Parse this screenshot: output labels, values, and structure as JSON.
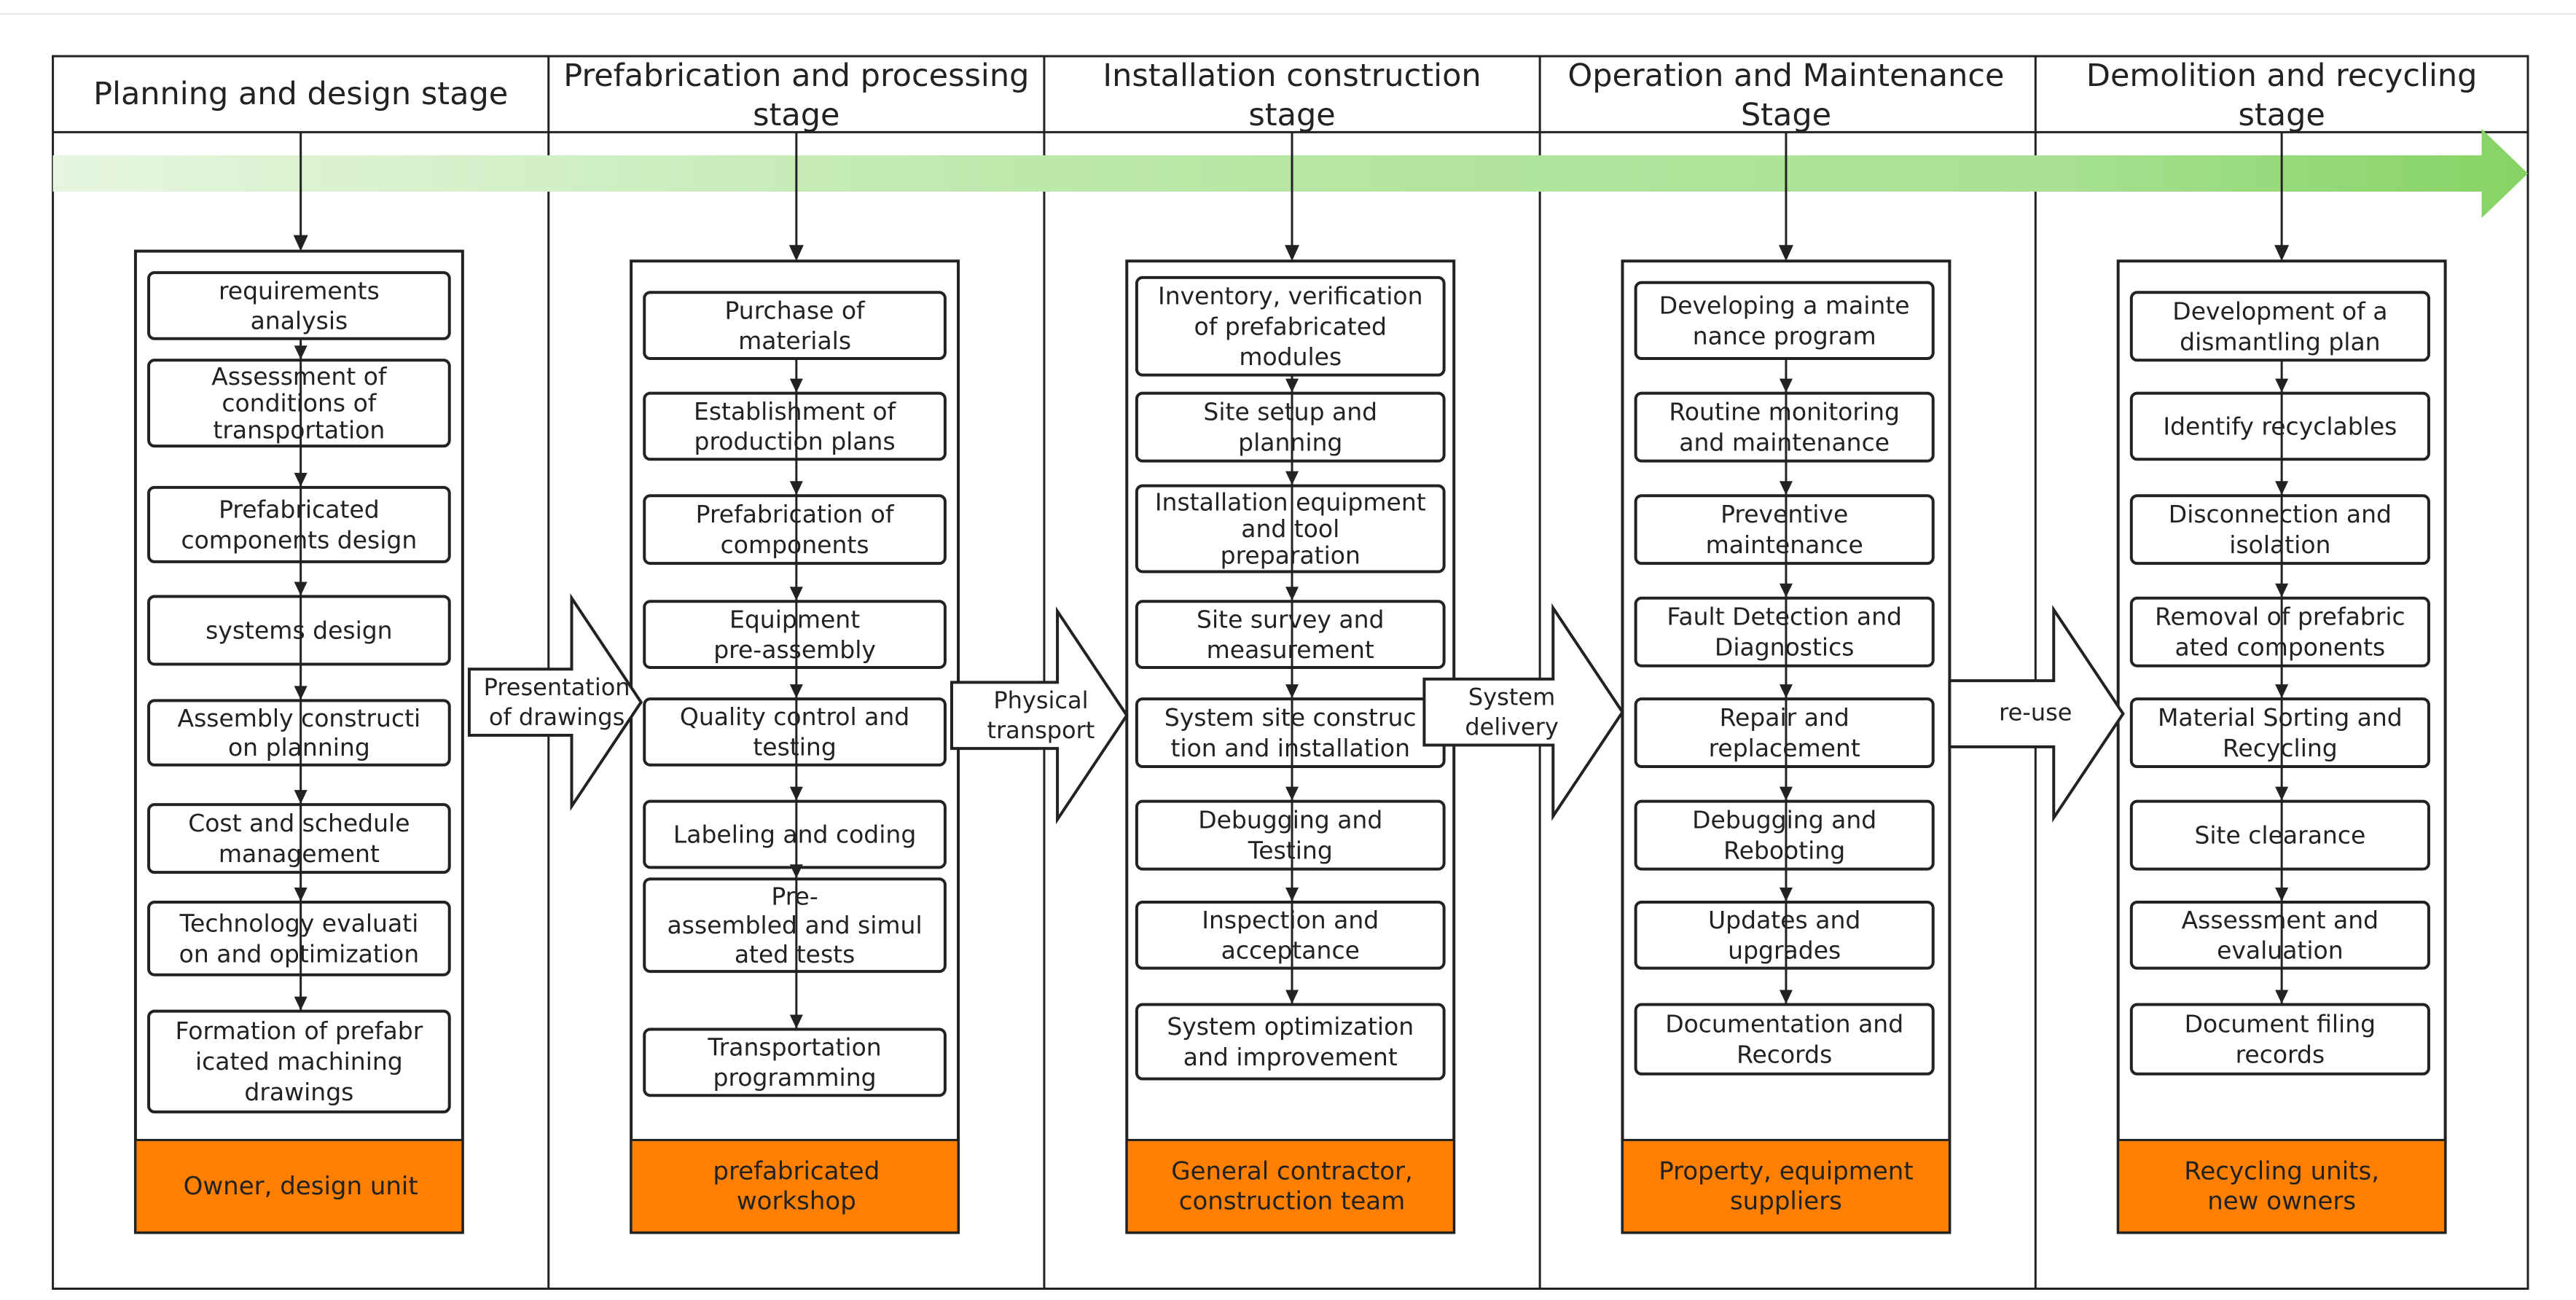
{
  "stages": [
    {
      "title": [
        "Planning and design stage"
      ],
      "tasks": [
        [
          "requirements",
          "analysis"
        ],
        [
          "Assessment of",
          "conditions of",
          "transportation"
        ],
        [
          "Prefabricated",
          "components design"
        ],
        [
          "systems design"
        ],
        [
          "Assembly constructi",
          "on planning"
        ],
        [
          "Cost and schedule",
          "management"
        ],
        [
          "Technology evaluati",
          "on and optimization"
        ],
        [
          "Formation of prefabr",
          "icated machining",
          "drawings"
        ]
      ],
      "responsible": [
        "Owner, design unit"
      ]
    },
    {
      "title": [
        "Prefabrication and processing",
        "stage"
      ],
      "tasks": [
        [
          "Purchase of",
          "materials"
        ],
        [
          "Establishment of",
          "production plans"
        ],
        [
          "Prefabrication of",
          "components"
        ],
        [
          "Equipment",
          "pre-assembly"
        ],
        [
          "Quality control and",
          "testing"
        ],
        [
          "Labeling and coding"
        ],
        [
          "Pre-",
          "assembled and simul",
          "ated tests"
        ],
        [
          "Transportation",
          "programming"
        ]
      ],
      "responsible": [
        "prefabricated",
        "workshop"
      ]
    },
    {
      "title": [
        "Installation construction",
        "stage"
      ],
      "tasks": [
        [
          "Inventory, verification",
          "of prefabricated",
          "modules"
        ],
        [
          "Site setup and",
          "planning"
        ],
        [
          "Installation equipment",
          "and tool",
          "preparation"
        ],
        [
          "Site survey and",
          "measurement"
        ],
        [
          "System site construc",
          "tion and installation"
        ],
        [
          "Debugging and",
          "Testing"
        ],
        [
          "Inspection and",
          "acceptance"
        ],
        [
          "System optimization",
          "and improvement"
        ]
      ],
      "responsible": [
        "General contractor,",
        "construction team"
      ]
    },
    {
      "title": [
        "Operation and Maintenance",
        "Stage"
      ],
      "tasks": [
        [
          "Developing a mainte",
          "nance program"
        ],
        [
          "Routine monitoring",
          "and maintenance"
        ],
        [
          "Preventive",
          "maintenance"
        ],
        [
          "Fault Detection and",
          "Diagnostics"
        ],
        [
          "Repair and",
          "replacement"
        ],
        [
          "Debugging and",
          "Rebooting"
        ],
        [
          "Updates and",
          "upgrades"
        ],
        [
          "Documentation and",
          "Records"
        ]
      ],
      "responsible": [
        "Property, equipment",
        "suppliers"
      ]
    },
    {
      "title": [
        "Demolition and recycling",
        "stage"
      ],
      "tasks": [
        [
          "Development of a",
          "dismantling plan"
        ],
        [
          "Identify recyclables"
        ],
        [
          "Disconnection and",
          "isolation"
        ],
        [
          "Removal of prefabric",
          "ated components"
        ],
        [
          "Material Sorting and",
          "Recycling"
        ],
        [
          "Site clearance"
        ],
        [
          "Assessment and",
          "evaluation"
        ],
        [
          "Document filing",
          "records"
        ]
      ],
      "responsible": [
        "Recycling units,",
        "new owners"
      ]
    }
  ],
  "transitions": [
    [
      "Presentation",
      "of drawings"
    ],
    [
      "Physical",
      "transport"
    ],
    [
      "System",
      "delivery"
    ],
    [
      "re-use"
    ]
  ],
  "colors": {
    "orange": "#ff8000",
    "arrow_light": "#e3f5dc",
    "arrow_mid": "#bfe8ae",
    "arrow_dark": "#8fd46c",
    "line": "#222222"
  }
}
